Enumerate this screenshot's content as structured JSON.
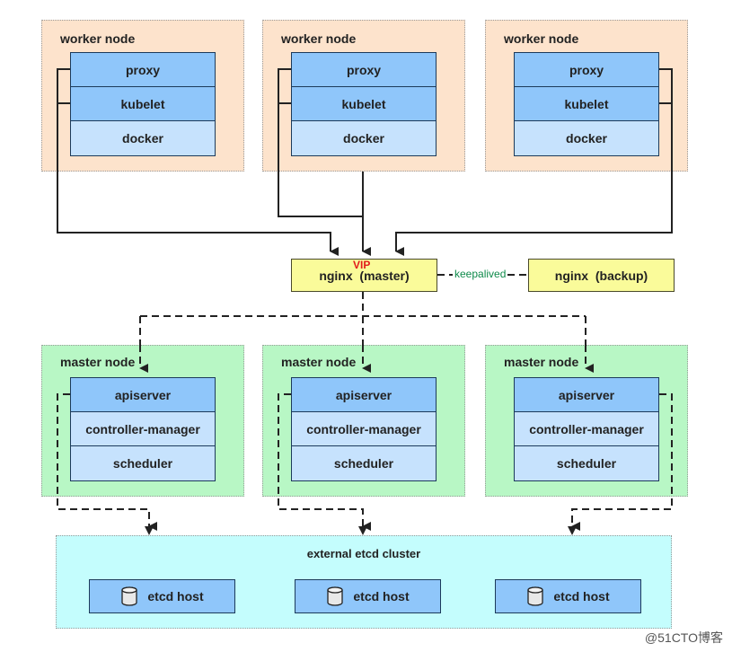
{
  "worker_nodes": [
    {
      "title": "worker node",
      "components": [
        "proxy",
        "kubelet",
        "docker"
      ]
    },
    {
      "title": "worker node",
      "components": [
        "proxy",
        "kubelet",
        "docker"
      ]
    },
    {
      "title": "worker node",
      "components": [
        "proxy",
        "kubelet",
        "docker"
      ]
    }
  ],
  "load_balancer": {
    "vip_label": "VIP",
    "master_label": "nginx  (master)",
    "backup_label": "nginx  (backup)",
    "link_label": "keepalived"
  },
  "master_nodes": [
    {
      "title": "master node",
      "components": [
        "apiserver",
        "controller-manager",
        "scheduler"
      ]
    },
    {
      "title": "master node",
      "components": [
        "apiserver",
        "controller-manager",
        "scheduler"
      ]
    },
    {
      "title": "master node",
      "components": [
        "apiserver",
        "controller-manager",
        "scheduler"
      ]
    }
  ],
  "etcd": {
    "title": "external etcd cluster",
    "hosts": [
      "etcd host",
      "etcd host",
      "etcd host"
    ],
    "host_icon": "database-icon"
  },
  "watermark": "@51CTO博客",
  "colors": {
    "worker_bg": "#fde3cc",
    "master_bg": "#b8f7c5",
    "etcd_bg": "#c4fdfd",
    "component_dark": "#8fc6fa",
    "component_light": "#c6e2fd",
    "nginx_bg": "#fafb9a",
    "vip_text": "#e21b1b",
    "keepalived_text": "#0e8a4a"
  }
}
